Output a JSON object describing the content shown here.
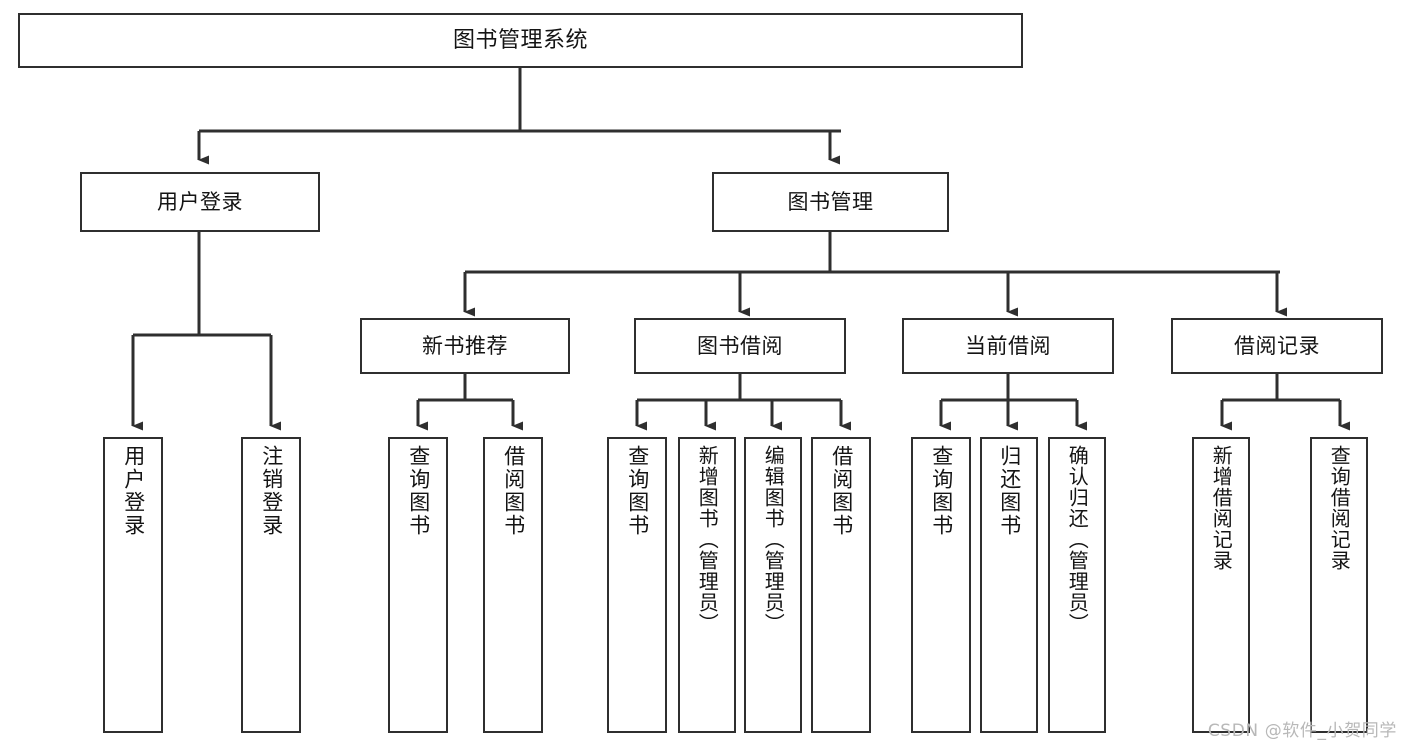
{
  "diagram": {
    "title": "图书管理系统",
    "type": "tree-hierarchy",
    "watermark": "CSDN @软件_小贺同学",
    "colors": {
      "box_border": "#2f2f2f",
      "box_fill": "#ffffff",
      "edge": "#2f2f2f",
      "text": "#141414",
      "watermark": "#b8b8b8",
      "background": "#ffffff"
    },
    "nodes": {
      "root": {
        "label": "图书管理系统"
      },
      "level2": [
        {
          "id": "user-login",
          "label": "用户登录"
        },
        {
          "id": "book-manage",
          "label": "图书管理"
        }
      ],
      "level3": [
        {
          "id": "new-book-recommend",
          "label": "新书推荐"
        },
        {
          "id": "book-borrow",
          "label": "图书借阅"
        },
        {
          "id": "current-borrow",
          "label": "当前借阅"
        },
        {
          "id": "borrow-record",
          "label": "借阅记录"
        }
      ],
      "leaves": {
        "user_login": [
          {
            "id": "leaf-user-login",
            "label": "用户登录"
          },
          {
            "id": "leaf-user-logout",
            "label": "注销登录"
          }
        ],
        "new_book_recommend": [
          {
            "id": "leaf-query-book-1",
            "label": "查询图书"
          },
          {
            "id": "leaf-borrow-book-1",
            "label": "借阅图书"
          }
        ],
        "book_borrow": [
          {
            "id": "leaf-query-book-2",
            "label": "查询图书"
          },
          {
            "id": "leaf-add-book",
            "label": "新增图书（管理员）"
          },
          {
            "id": "leaf-edit-book",
            "label": "编辑图书（管理员）"
          },
          {
            "id": "leaf-borrow-book-2",
            "label": "借阅图书"
          }
        ],
        "current_borrow": [
          {
            "id": "leaf-query-book-3",
            "label": "查询图书"
          },
          {
            "id": "leaf-return-book",
            "label": "归还图书"
          },
          {
            "id": "leaf-confirm-return",
            "label": "确认归还（管理员）"
          }
        ],
        "borrow_record": [
          {
            "id": "leaf-add-borrow-record",
            "label": "新增借阅记录"
          },
          {
            "id": "leaf-query-borrow-record",
            "label": "查询借阅记录"
          }
        ]
      }
    }
  }
}
